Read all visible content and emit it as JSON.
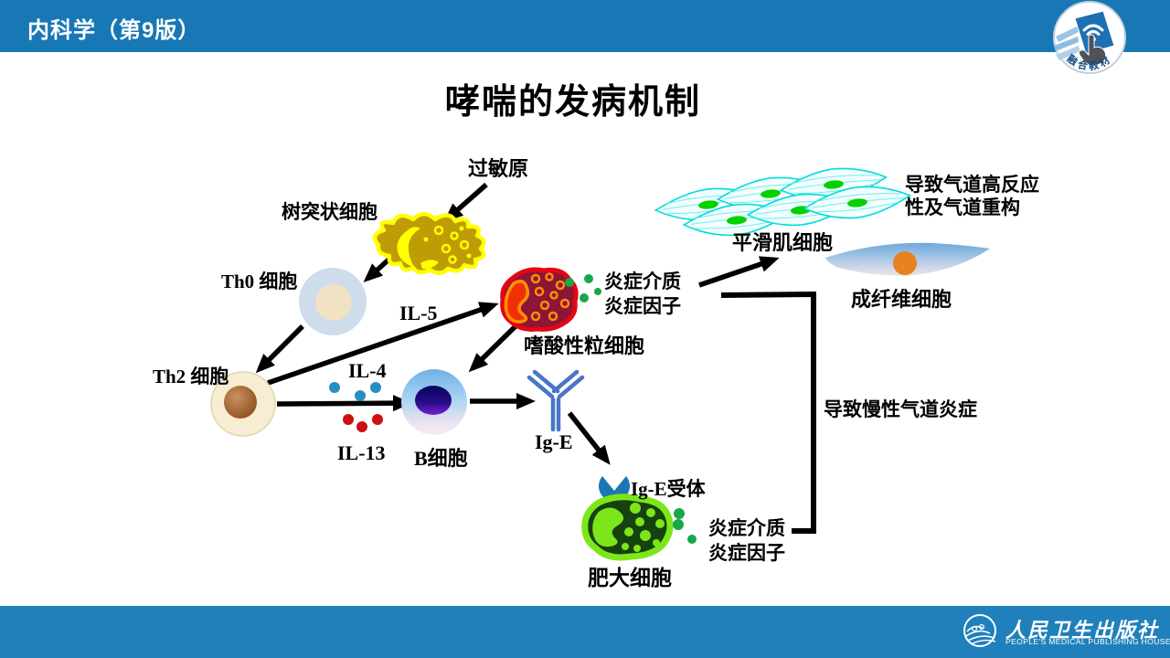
{
  "header": {
    "course": "内科学（第9版）"
  },
  "badge": {
    "label": "融合教材"
  },
  "slide": {
    "title": "哮喘的发病机制"
  },
  "diagram": {
    "labels": {
      "allergen": "过敏原",
      "dendritic_cell": "树突状细胞",
      "th0_cell": "Th0 细胞",
      "il5": "IL-5",
      "th2_cell": "Th2 细胞",
      "il4": "IL-4",
      "il13": "IL-13",
      "b_cell": "B细胞",
      "eosinophil": "嗜酸性粒细胞",
      "mediator1_line1": "炎症介质",
      "mediator1_line2": "炎症因子",
      "ige": "Ig-E",
      "ige_receptor": "Ig-E受体",
      "mast_cell": "肥大细胞",
      "mediator2_line1": "炎症介质",
      "mediator2_line2": "炎症因子",
      "smooth_muscle": "平滑肌细胞",
      "fibroblast": "成纤维细胞",
      "outcome_airway": "导致气道高反应性及气道重构",
      "outcome_chronic": "导致慢性气道炎症"
    }
  },
  "footer": {
    "publisher_zh": "人民卫生出版社",
    "publisher_en": "PEOPLE'S MEDICAL PUBLISHING HOUSE"
  },
  "colors": {
    "header_blue": "#1878B5",
    "footer_blue": "#1F80BB",
    "dendritic_yellow": "#FFFF00",
    "dendritic_body": "#BE9C05",
    "th0_outer": "#CEDCEC",
    "th0_inner": "#F0E2C2",
    "th2_body": "#F6EDD3",
    "th2_nucleus": "#8A4E1E",
    "bcell_blue": "#7EB6E8",
    "bcell_nucleus": "#14067A",
    "eosinophil_border": "#E30613",
    "eosinophil_fill": "#8C1538",
    "eosinophil_granule": "#FF8C00",
    "il4_dot": "#2590C0",
    "il13_dot": "#CC1111",
    "mediator_dot": "#17A84B",
    "mast_border": "#7CE61A",
    "mast_fill": "#16420F",
    "ige_receptor_blue": "#1B76B4",
    "antibody_blue": "#4876C8",
    "smooth_muscle_cyan": "#00DCDC",
    "smooth_muscle_nucleus": "#00D200",
    "fibroblast_blue": "#6FA8DC",
    "fibroblast_nucleus": "#E8821E",
    "arrow_black": "#000000"
  }
}
